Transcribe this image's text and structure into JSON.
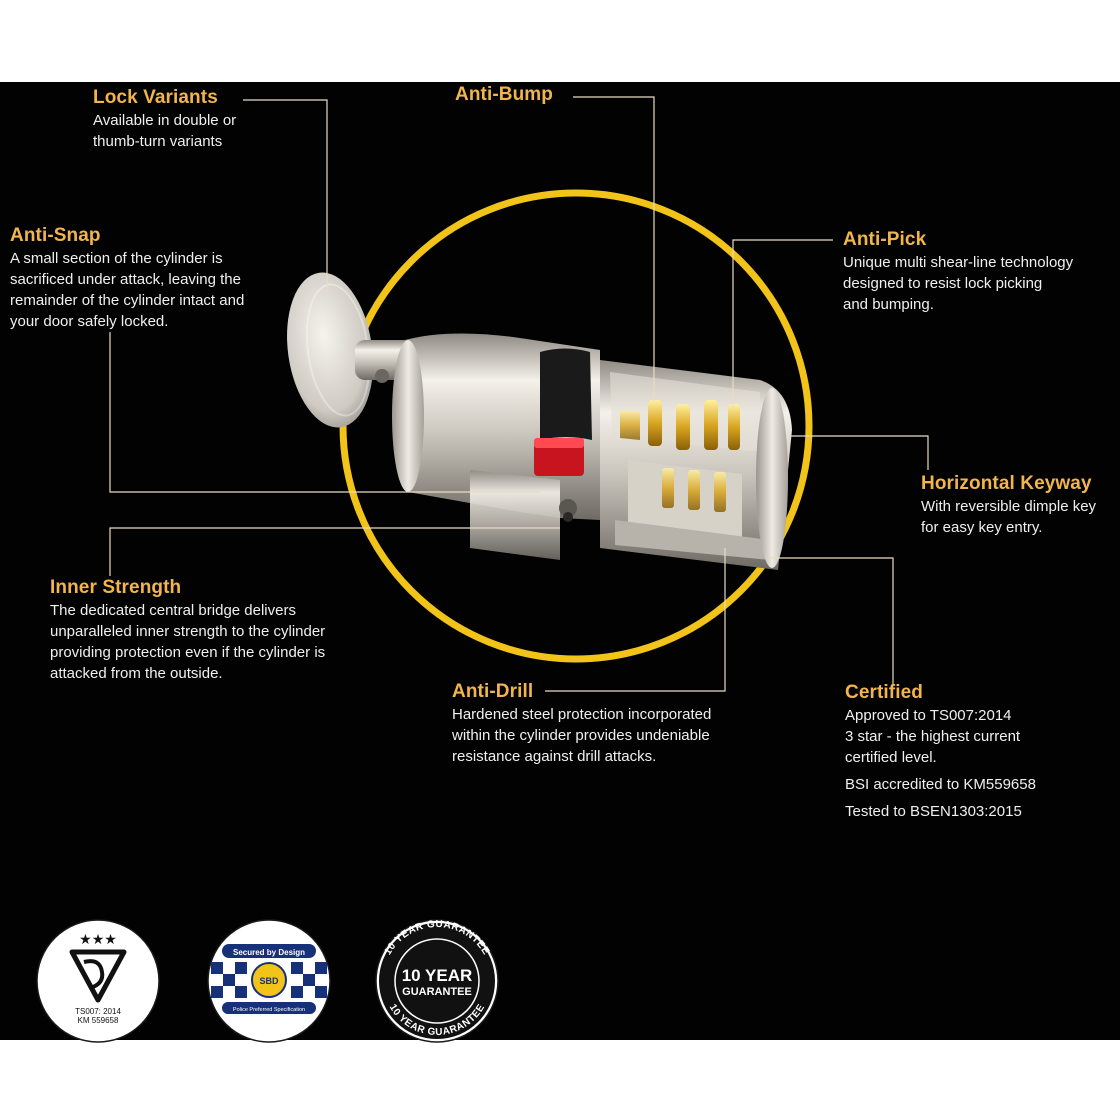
{
  "colors": {
    "accent": "#f2b54d",
    "ring": "#f2c318",
    "background": "#020202",
    "text": "#ffffff"
  },
  "features": {
    "lock_variants": {
      "title": "Lock Variants",
      "lines": [
        "Available in double or",
        "thumb-turn variants"
      ]
    },
    "anti_bump": {
      "title": "Anti-Bump"
    },
    "anti_snap": {
      "title": "Anti-Snap",
      "lines": [
        "A small section of the cylinder is",
        "sacrificed under attack, leaving the",
        "remainder of the cylinder intact and",
        "your door safely locked."
      ]
    },
    "anti_pick": {
      "title": "Anti-Pick",
      "lines": [
        "Unique multi shear-line technology",
        "designed to resist lock picking",
        "and bumping."
      ]
    },
    "horizontal_keyway": {
      "title": "Horizontal Keyway",
      "lines": [
        "With reversible dimple key",
        "for easy key entry."
      ]
    },
    "inner_strength": {
      "title": "Inner Strength",
      "lines": [
        "The dedicated central bridge delivers",
        "unparalleled inner strength to the cylinder",
        "providing protection even if the cylinder is",
        "attacked from the outside."
      ]
    },
    "anti_drill": {
      "title": "Anti-Drill",
      "lines": [
        "Hardened steel protection incorporated",
        "within the cylinder provides undeniable",
        "resistance against drill attacks."
      ]
    },
    "certified": {
      "title": "Certified",
      "lines": [
        "Approved to TS007:2014",
        "3 star - the highest current",
        "certified level."
      ],
      "line4": "BSI accredited to KM559658",
      "line5": "Tested to BSEN1303:2015"
    }
  },
  "badges": {
    "kitemark": {
      "line1": "TS007: 2014",
      "line2": "KM 559658",
      "icon": "kitemark-icon"
    },
    "sbd": {
      "top": "Secured by Design",
      "center": "SBD",
      "bottom": "Police Preferred Specification",
      "icon": "sbd-icon"
    },
    "guarantee": {
      "main1": "10 YEAR",
      "main2": "GUARANTEE",
      "ring_text": "10 YEAR GUARANTEE",
      "icon": "guarantee-icon"
    }
  }
}
